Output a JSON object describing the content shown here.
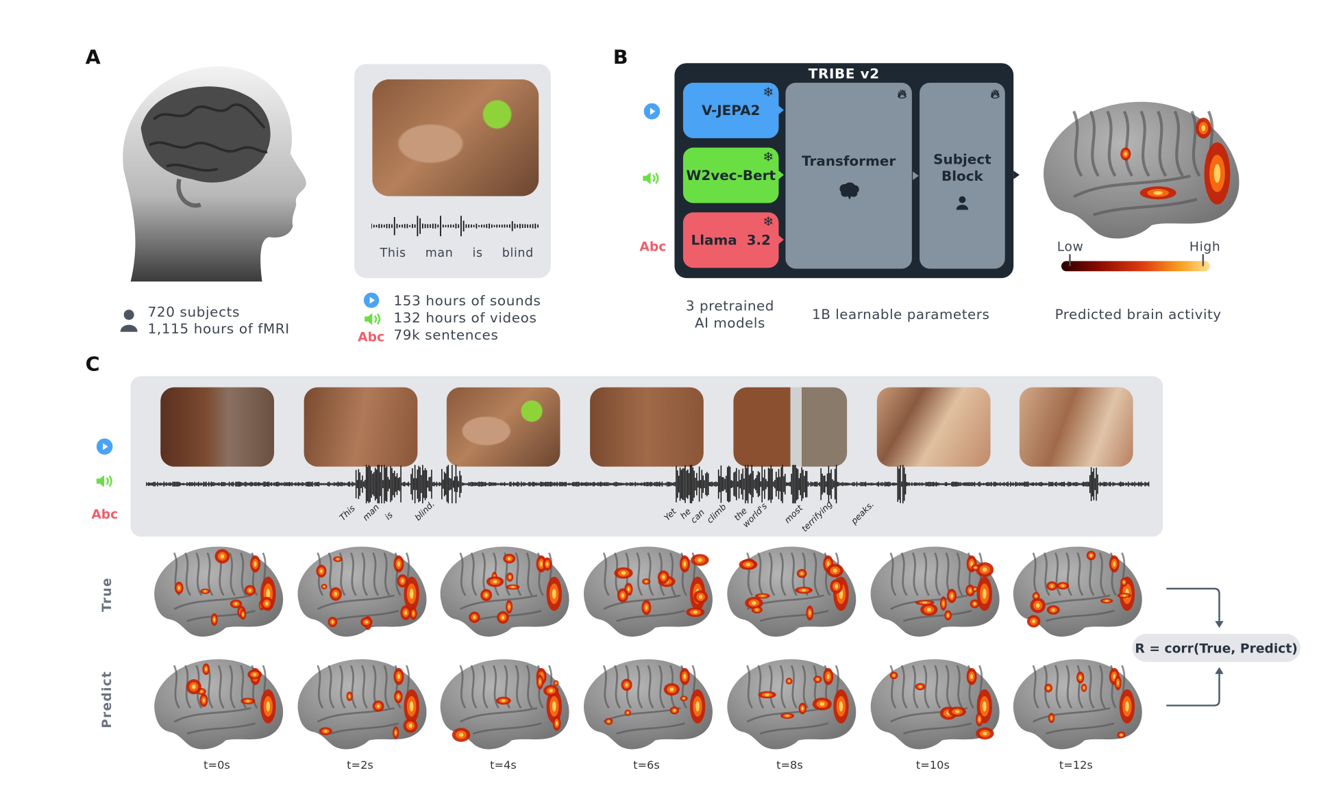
{
  "panels": {
    "a": "A",
    "b": "B",
    "c": "C"
  },
  "panel_a": {
    "stimulus_words": [
      "This",
      "man",
      "is",
      "blind"
    ],
    "subjects": "720 subjects",
    "fmri_hours": "1,115 hours of fMRI",
    "sounds": "153 hours of sounds",
    "videos": "132 hours of videos",
    "sentences": "79k sentences",
    "abc_icon_label": "Abc"
  },
  "panel_b": {
    "title": "TRIBE v2",
    "models": [
      {
        "label": "V-JEPA2",
        "color": "#4aa3f5",
        "icon": "snowflake-icon"
      },
      {
        "label": "W2vec-Bert",
        "color": "#6adf44",
        "icon": "snowflake-icon"
      },
      {
        "label": "Llama  3.2",
        "color": "#ef5f6a",
        "icon": "snowflake-icon"
      }
    ],
    "transformer": "Transformer",
    "subject_block": [
      "Subject",
      "Block"
    ],
    "abc_icon_label": "Abc",
    "colorbar": {
      "low": "Low",
      "high": "High"
    },
    "captions": {
      "models_line1": "3  pretrained",
      "models_line2": "AI  models",
      "params": "1B  learnable  parameters",
      "output": "Predicted  brain  activity"
    }
  },
  "panel_c": {
    "abc_icon_label": "Abc",
    "transcript_words": [
      "This",
      "man",
      "is",
      "blind.",
      "Yet",
      "he",
      "can",
      "climb",
      "the",
      "world's",
      "most",
      "terrifying",
      "peaks."
    ],
    "row_labels": {
      "true": "True",
      "predict": "Predict"
    },
    "times": [
      "t=0s",
      "t=2s",
      "t=4s",
      "t=6s",
      "t=8s",
      "t=10s",
      "t=12s"
    ],
    "correlation": "R = corr(True, Predict)"
  },
  "colors": {
    "dark": "#1e2832",
    "gray_block": "#8593a0",
    "card": "#e4e6ea",
    "blue": "#4aa3f5",
    "green": "#6adf44",
    "red": "#ef5f6a"
  }
}
